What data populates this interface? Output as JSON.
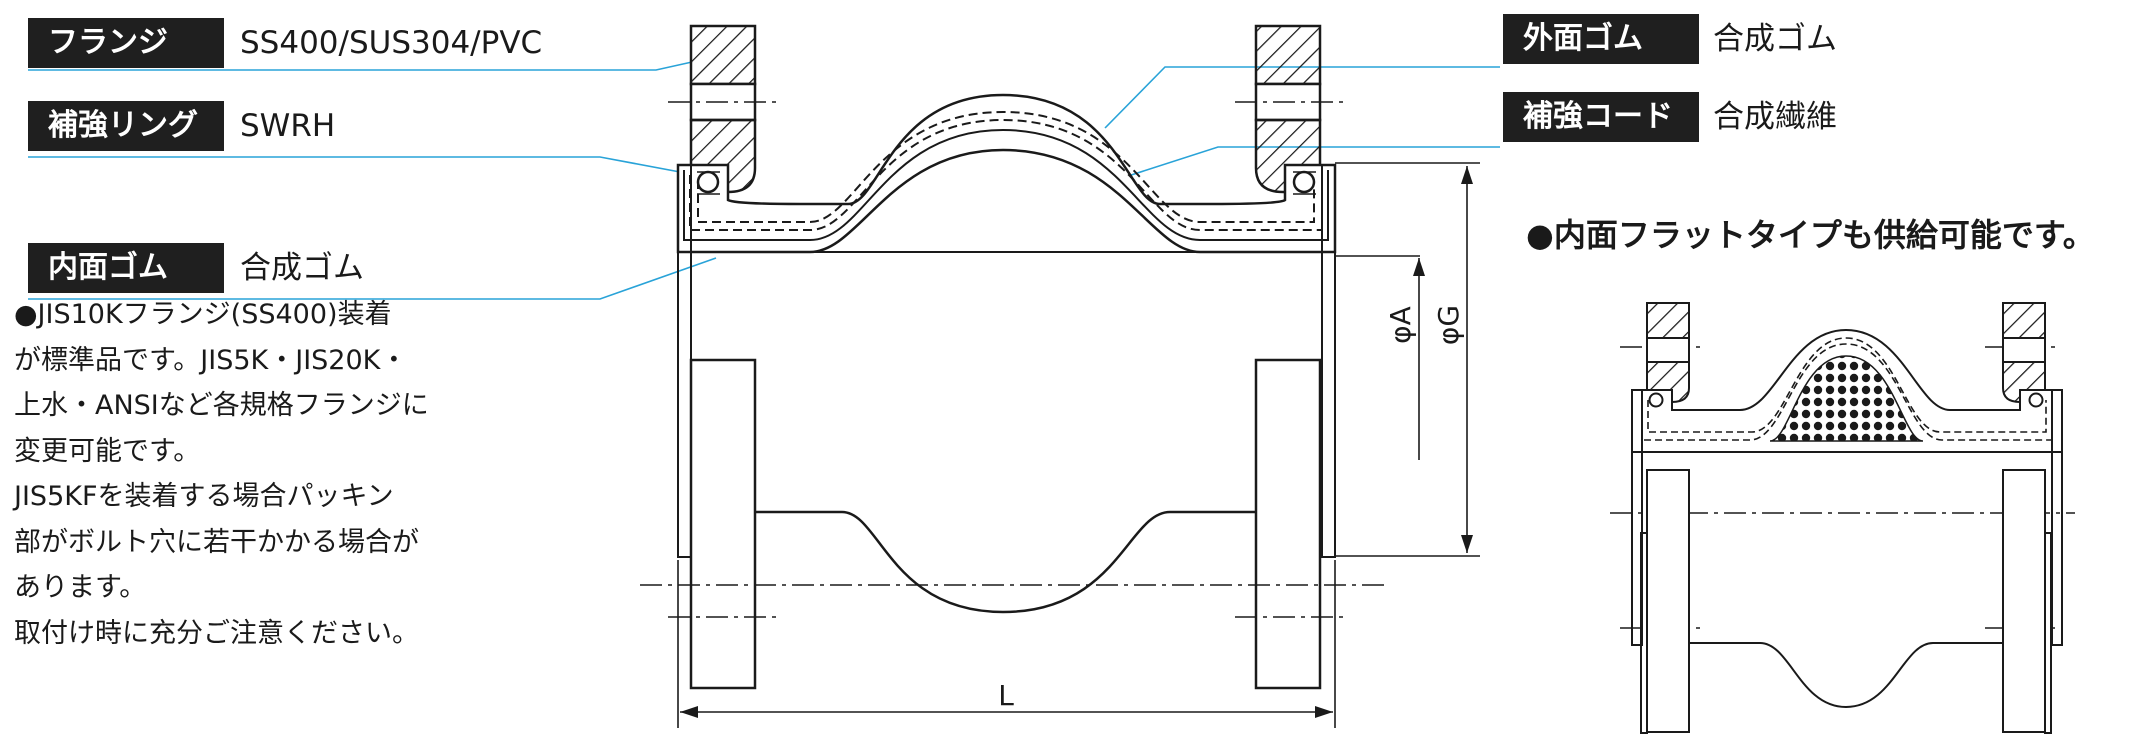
{
  "labels": {
    "flange": {
      "tag": "フランジ",
      "value": "SS400/SUS304/PVC"
    },
    "ring": {
      "tag": "補強リング",
      "value": "SWRH"
    },
    "inner_rubber": {
      "tag": "内面ゴム",
      "value": "合成ゴム"
    },
    "outer_rubber": {
      "tag": "外面ゴム",
      "value": "合成ゴム"
    },
    "cord": {
      "tag": "補強コード",
      "value": "合成繊維"
    }
  },
  "note_lines": [
    "●JIS10Kフランジ(SS400)装着",
    "が標準品です。JIS5K・JIS20K・",
    "上水・ANSIなど各規格フランジに",
    "変更可能です。",
    "JIS5KFを装着する場合パッキン",
    "部がボルト穴に若干かかる場合が",
    "あります。",
    "取付け時に充分ご注意ください。"
  ],
  "flat_type_note": "●内面フラットタイプも供給可能です。",
  "dimensions": {
    "a": "φA",
    "g": "φG",
    "l": "L"
  },
  "colors": {
    "leader": "#29a3d8",
    "tag_bg": "#1f1f1f",
    "line": "#1a1a1a",
    "hatch": "#1a1a1a"
  }
}
